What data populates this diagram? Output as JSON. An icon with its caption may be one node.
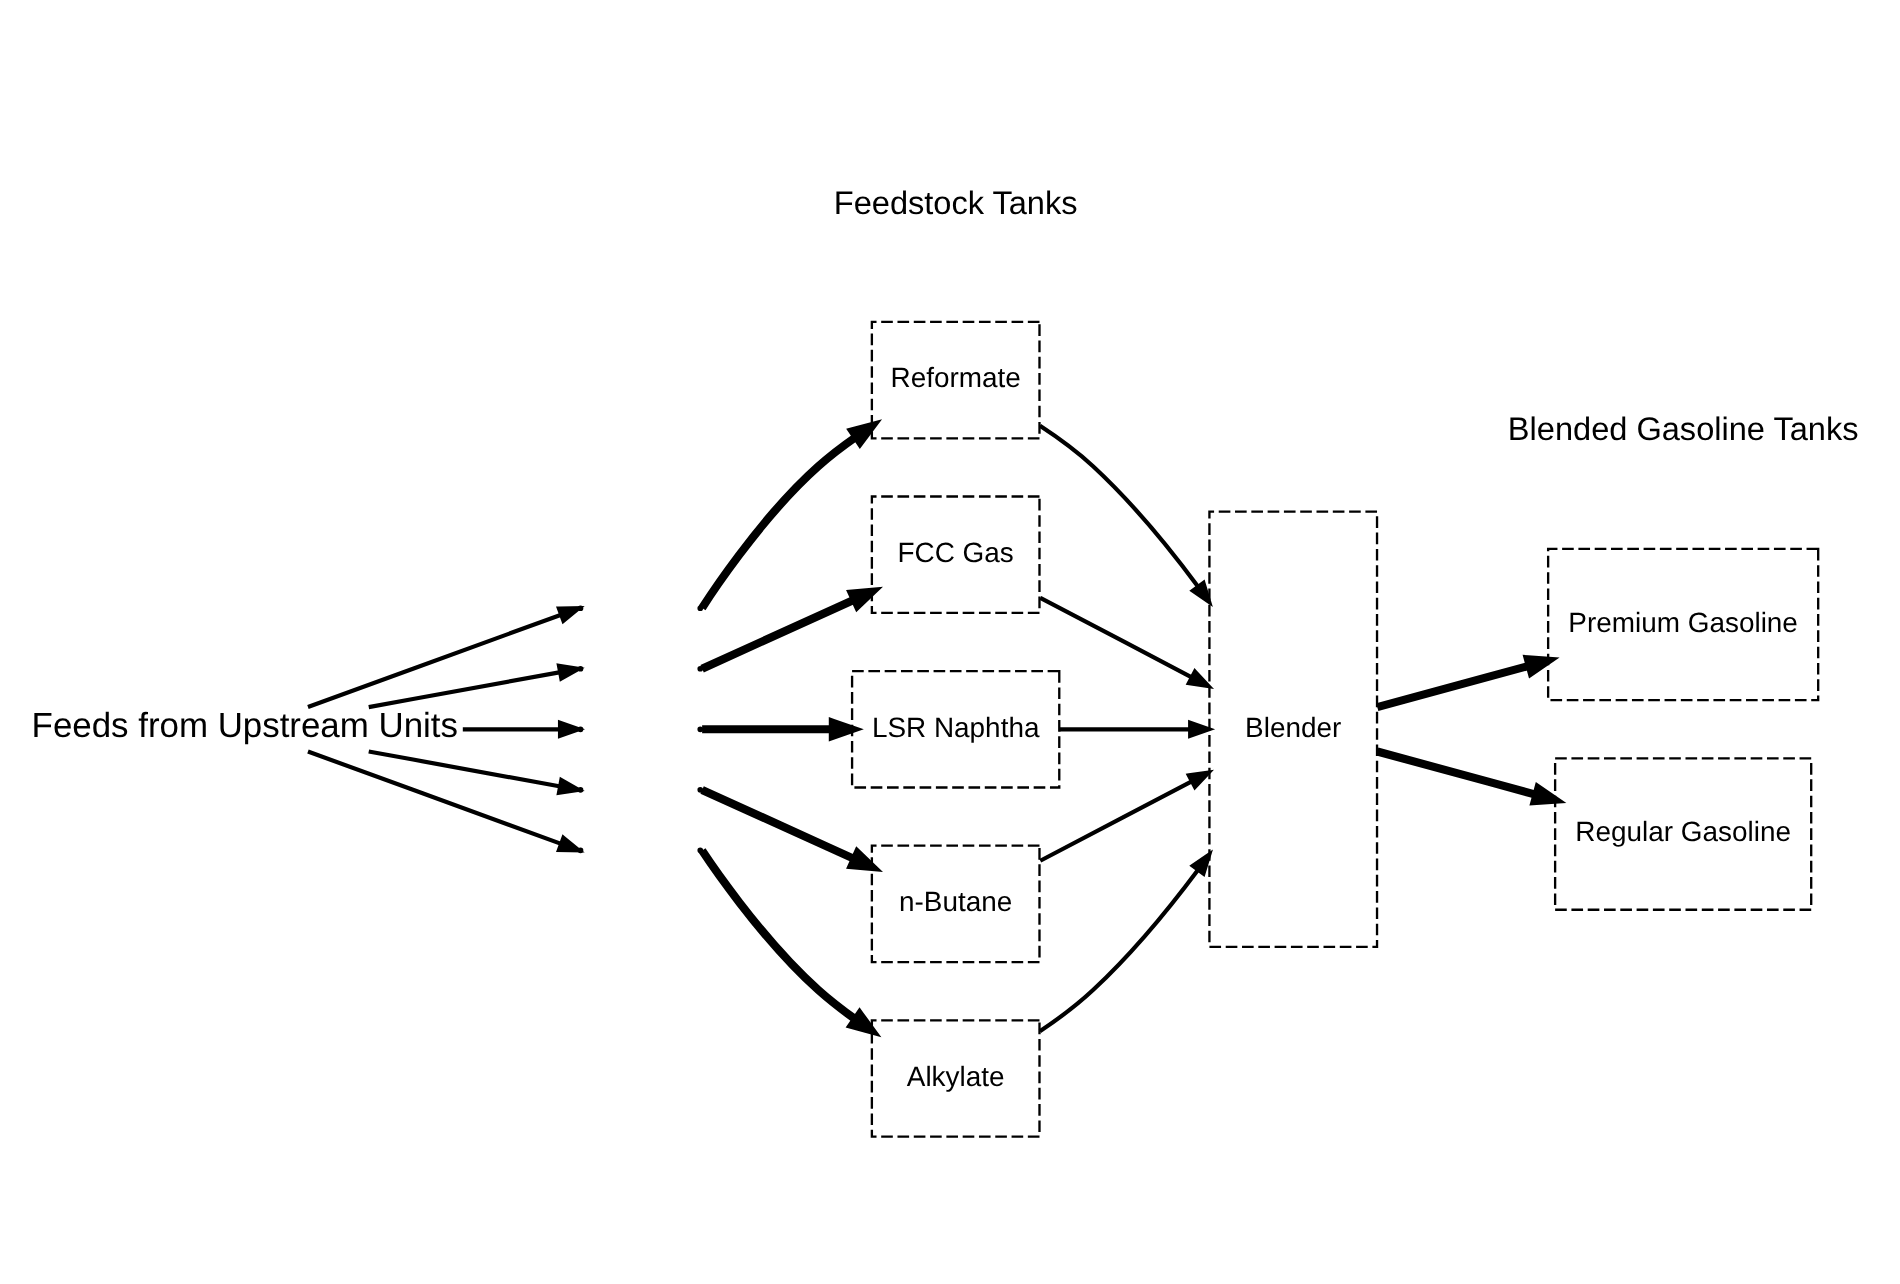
{
  "diagram": {
    "nodes": [
      {
        "text": [
          "Feeds from Upstream Units"
        ]
      },
      {
        "text": [
          "Reformate"
        ]
      },
      {
        "text": [
          "FCC Gas"
        ]
      },
      {
        "text": [
          "LSR Naphtha"
        ]
      },
      {
        "text": [
          "n-Butane"
        ]
      },
      {
        "text": [
          "Alkylate"
        ]
      },
      {
        "text": [
          "Blender"
        ]
      },
      {
        "text": [
          "Premium Gasoline"
        ]
      },
      {
        "text": [
          "Regular Gasoline"
        ]
      }
    ],
    "edges": [
      {
        "from": 0,
        "to": null,
        "arrow": "to"
      },
      {
        "from": 0,
        "to": null,
        "arrow": "to"
      },
      {
        "from": 0,
        "to": null,
        "arrow": "to"
      },
      {
        "from": 0,
        "to": null,
        "arrow": "to"
      },
      {
        "from": 0,
        "to": null,
        "arrow": "to"
      },
      {
        "from": null,
        "to": 1,
        "arrow": "to",
        "style": "thick"
      },
      {
        "from": null,
        "to": 2,
        "arrow": "to",
        "style": "thick"
      },
      {
        "from": null,
        "to": 3,
        "arrow": "to",
        "style": "thick"
      },
      {
        "from": null,
        "to": 4,
        "arrow": "to",
        "style": "thick"
      },
      {
        "from": null,
        "to": 5,
        "arrow": "to",
        "style": "thick"
      },
      {
        "from": 1,
        "to": 6,
        "arrow": "to"
      },
      {
        "from": 2,
        "to": 6,
        "arrow": "to"
      },
      {
        "from": 3,
        "to": 6,
        "arrow": "to"
      },
      {
        "from": 4,
        "to": 6,
        "arrow": "to"
      },
      {
        "from": 5,
        "to": 6,
        "arrow": "to"
      },
      {
        "from": 6,
        "to": 7,
        "arrow": "to",
        "style": "thick"
      },
      {
        "from": 6,
        "to": 8,
        "arrow": "to",
        "style": "thick"
      }
    ],
    "labels": [
      "Feedstock Tanks",
      "Blended Gasoline Tanks"
    ]
  }
}
